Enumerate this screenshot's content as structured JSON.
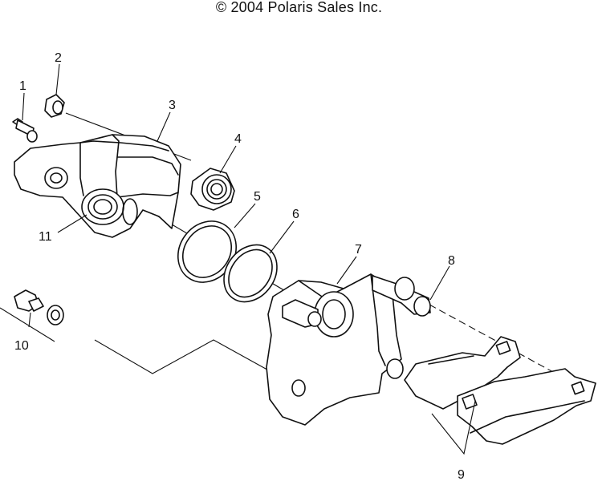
{
  "copyright": "© 2004 Polaris Sales Inc.",
  "callouts": [
    {
      "id": "1",
      "label": "1"
    },
    {
      "id": "2",
      "label": "2"
    },
    {
      "id": "3",
      "label": "3"
    },
    {
      "id": "4",
      "label": "4"
    },
    {
      "id": "5",
      "label": "5"
    },
    {
      "id": "6",
      "label": "6"
    },
    {
      "id": "7",
      "label": "7"
    },
    {
      "id": "8",
      "label": "8"
    },
    {
      "id": "9",
      "label": "9"
    },
    {
      "id": "10",
      "label": "10"
    },
    {
      "id": "11",
      "label": "11"
    }
  ]
}
